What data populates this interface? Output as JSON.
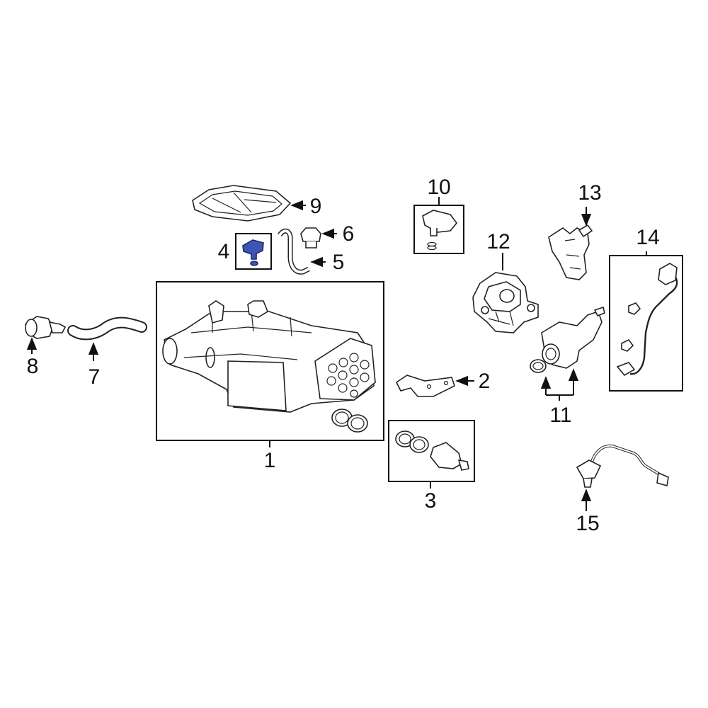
{
  "callouts": {
    "c1": "1",
    "c2": "2",
    "c3": "3",
    "c4": "4",
    "c5": "5",
    "c6": "6",
    "c7": "7",
    "c8": "8",
    "c9": "9",
    "c10": "10",
    "c11": "11",
    "c12": "12",
    "c13": "13",
    "c14": "14",
    "c15": "15"
  },
  "colors": {
    "highlight": "#3f55b5",
    "line": "#111111"
  }
}
